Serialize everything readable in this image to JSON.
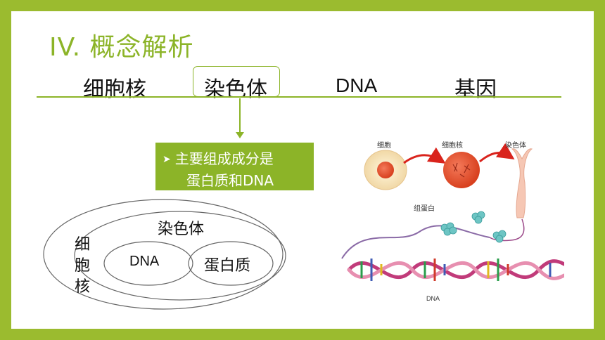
{
  "title": "IV. 概念解析",
  "terms": [
    "细胞核",
    "染色体",
    "DNA",
    "基因"
  ],
  "note": {
    "line1": "主要组成成分是",
    "line2": "蛋白质和DNA"
  },
  "venn": {
    "outer": "细胞核",
    "middle": "染色体",
    "left_inner": "DNA",
    "right_inner": "蛋白质"
  },
  "diagram": {
    "label_cell": "细胞",
    "label_nucleus": "细胞核",
    "label_chromosome": "染色体",
    "label_histone": "组蛋白",
    "label_dna": "DNA"
  },
  "colors": {
    "accent": "#8cb428",
    "frame": "#9bbb2f"
  }
}
